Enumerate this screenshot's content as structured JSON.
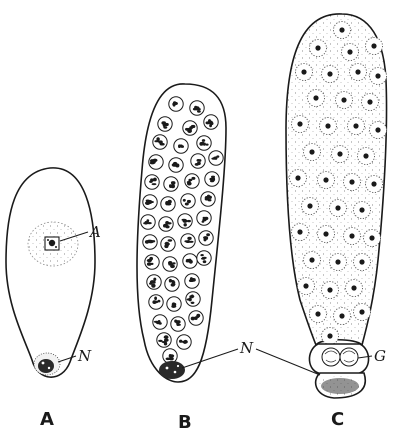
{
  "figure": {
    "panels": [
      {
        "id": "a",
        "label": "A"
      },
      {
        "id": "b",
        "label": "B"
      },
      {
        "id": "c",
        "label": "C"
      }
    ],
    "callouts": {
      "a_archesporium": "A",
      "a_nucleus": "N",
      "bc_nucleus": "N",
      "c_g": "G"
    },
    "colors": {
      "ink": "#1a1a1a",
      "paper": "#ffffff"
    }
  }
}
